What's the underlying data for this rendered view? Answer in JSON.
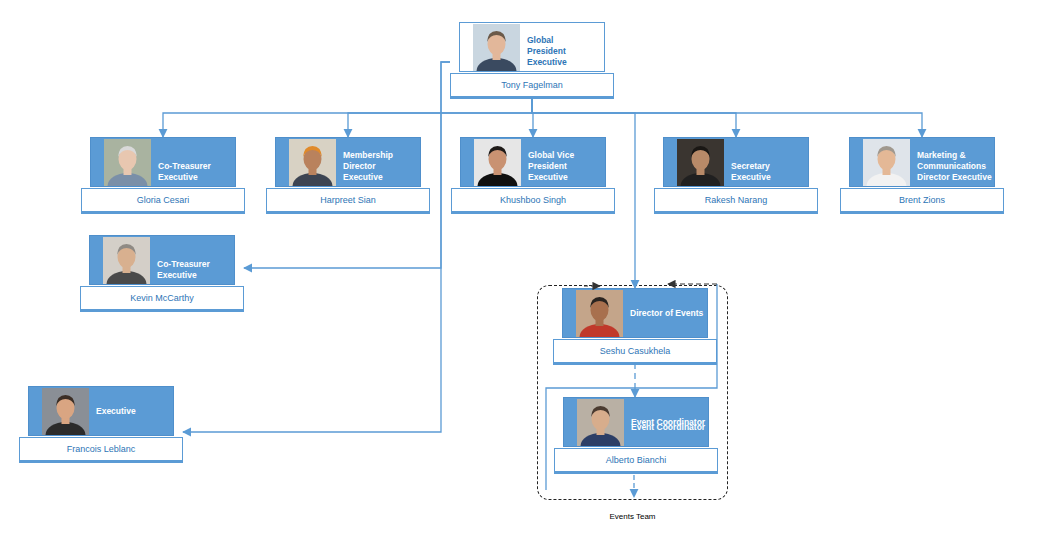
{
  "diagram": {
    "nodes": [
      {
        "text": [
          "Global President Executive",
          "Tony Fagelman"
        ]
      },
      {
        "text": [
          "Co-Treasurer Executive",
          "Gloria Cesari"
        ]
      },
      {
        "text": [
          "Membership Director Executive",
          "Harpreet Sian"
        ]
      },
      {
        "text": [
          "Global Vice President Executive",
          "Khushboo Singh"
        ]
      },
      {
        "text": [
          "Secretary Executive",
          "Rakesh Narang"
        ]
      },
      {
        "text": [
          "Marketing & Communications Director Executive",
          "Brent Zions"
        ]
      },
      {
        "text": [
          "Co-Treasurer Executive",
          "Kevin McCarthy"
        ]
      },
      {
        "text": [
          "Events Team"
        ]
      },
      {
        "text": [
          "Director of Events",
          "Seshu Casukhela"
        ],
        "in": 7
      },
      {
        "text": [
          "Event Coordinator",
          "Event Coordinator",
          "Alberto Bianchi"
        ],
        "in": 7
      },
      {
        "text": [
          "Executive",
          "Francois Leblanc"
        ]
      }
    ],
    "edges": [
      {
        "from": 0,
        "to": 1,
        "arrow": "to"
      },
      {
        "from": 0,
        "to": 2,
        "arrow": "to"
      },
      {
        "from": 0,
        "to": 3,
        "arrow": "to"
      },
      {
        "from": 0,
        "to": 4,
        "arrow": "to"
      },
      {
        "from": 0,
        "to": 5,
        "arrow": "to"
      },
      {
        "from": 0,
        "to": 6,
        "arrow": "to"
      },
      {
        "from": 0,
        "to": 10,
        "arrow": "to"
      },
      {
        "from": 0,
        "to": 8,
        "arrow": "to"
      },
      {
        "from": 8,
        "to": 9,
        "arrow": "to"
      }
    ]
  }
}
